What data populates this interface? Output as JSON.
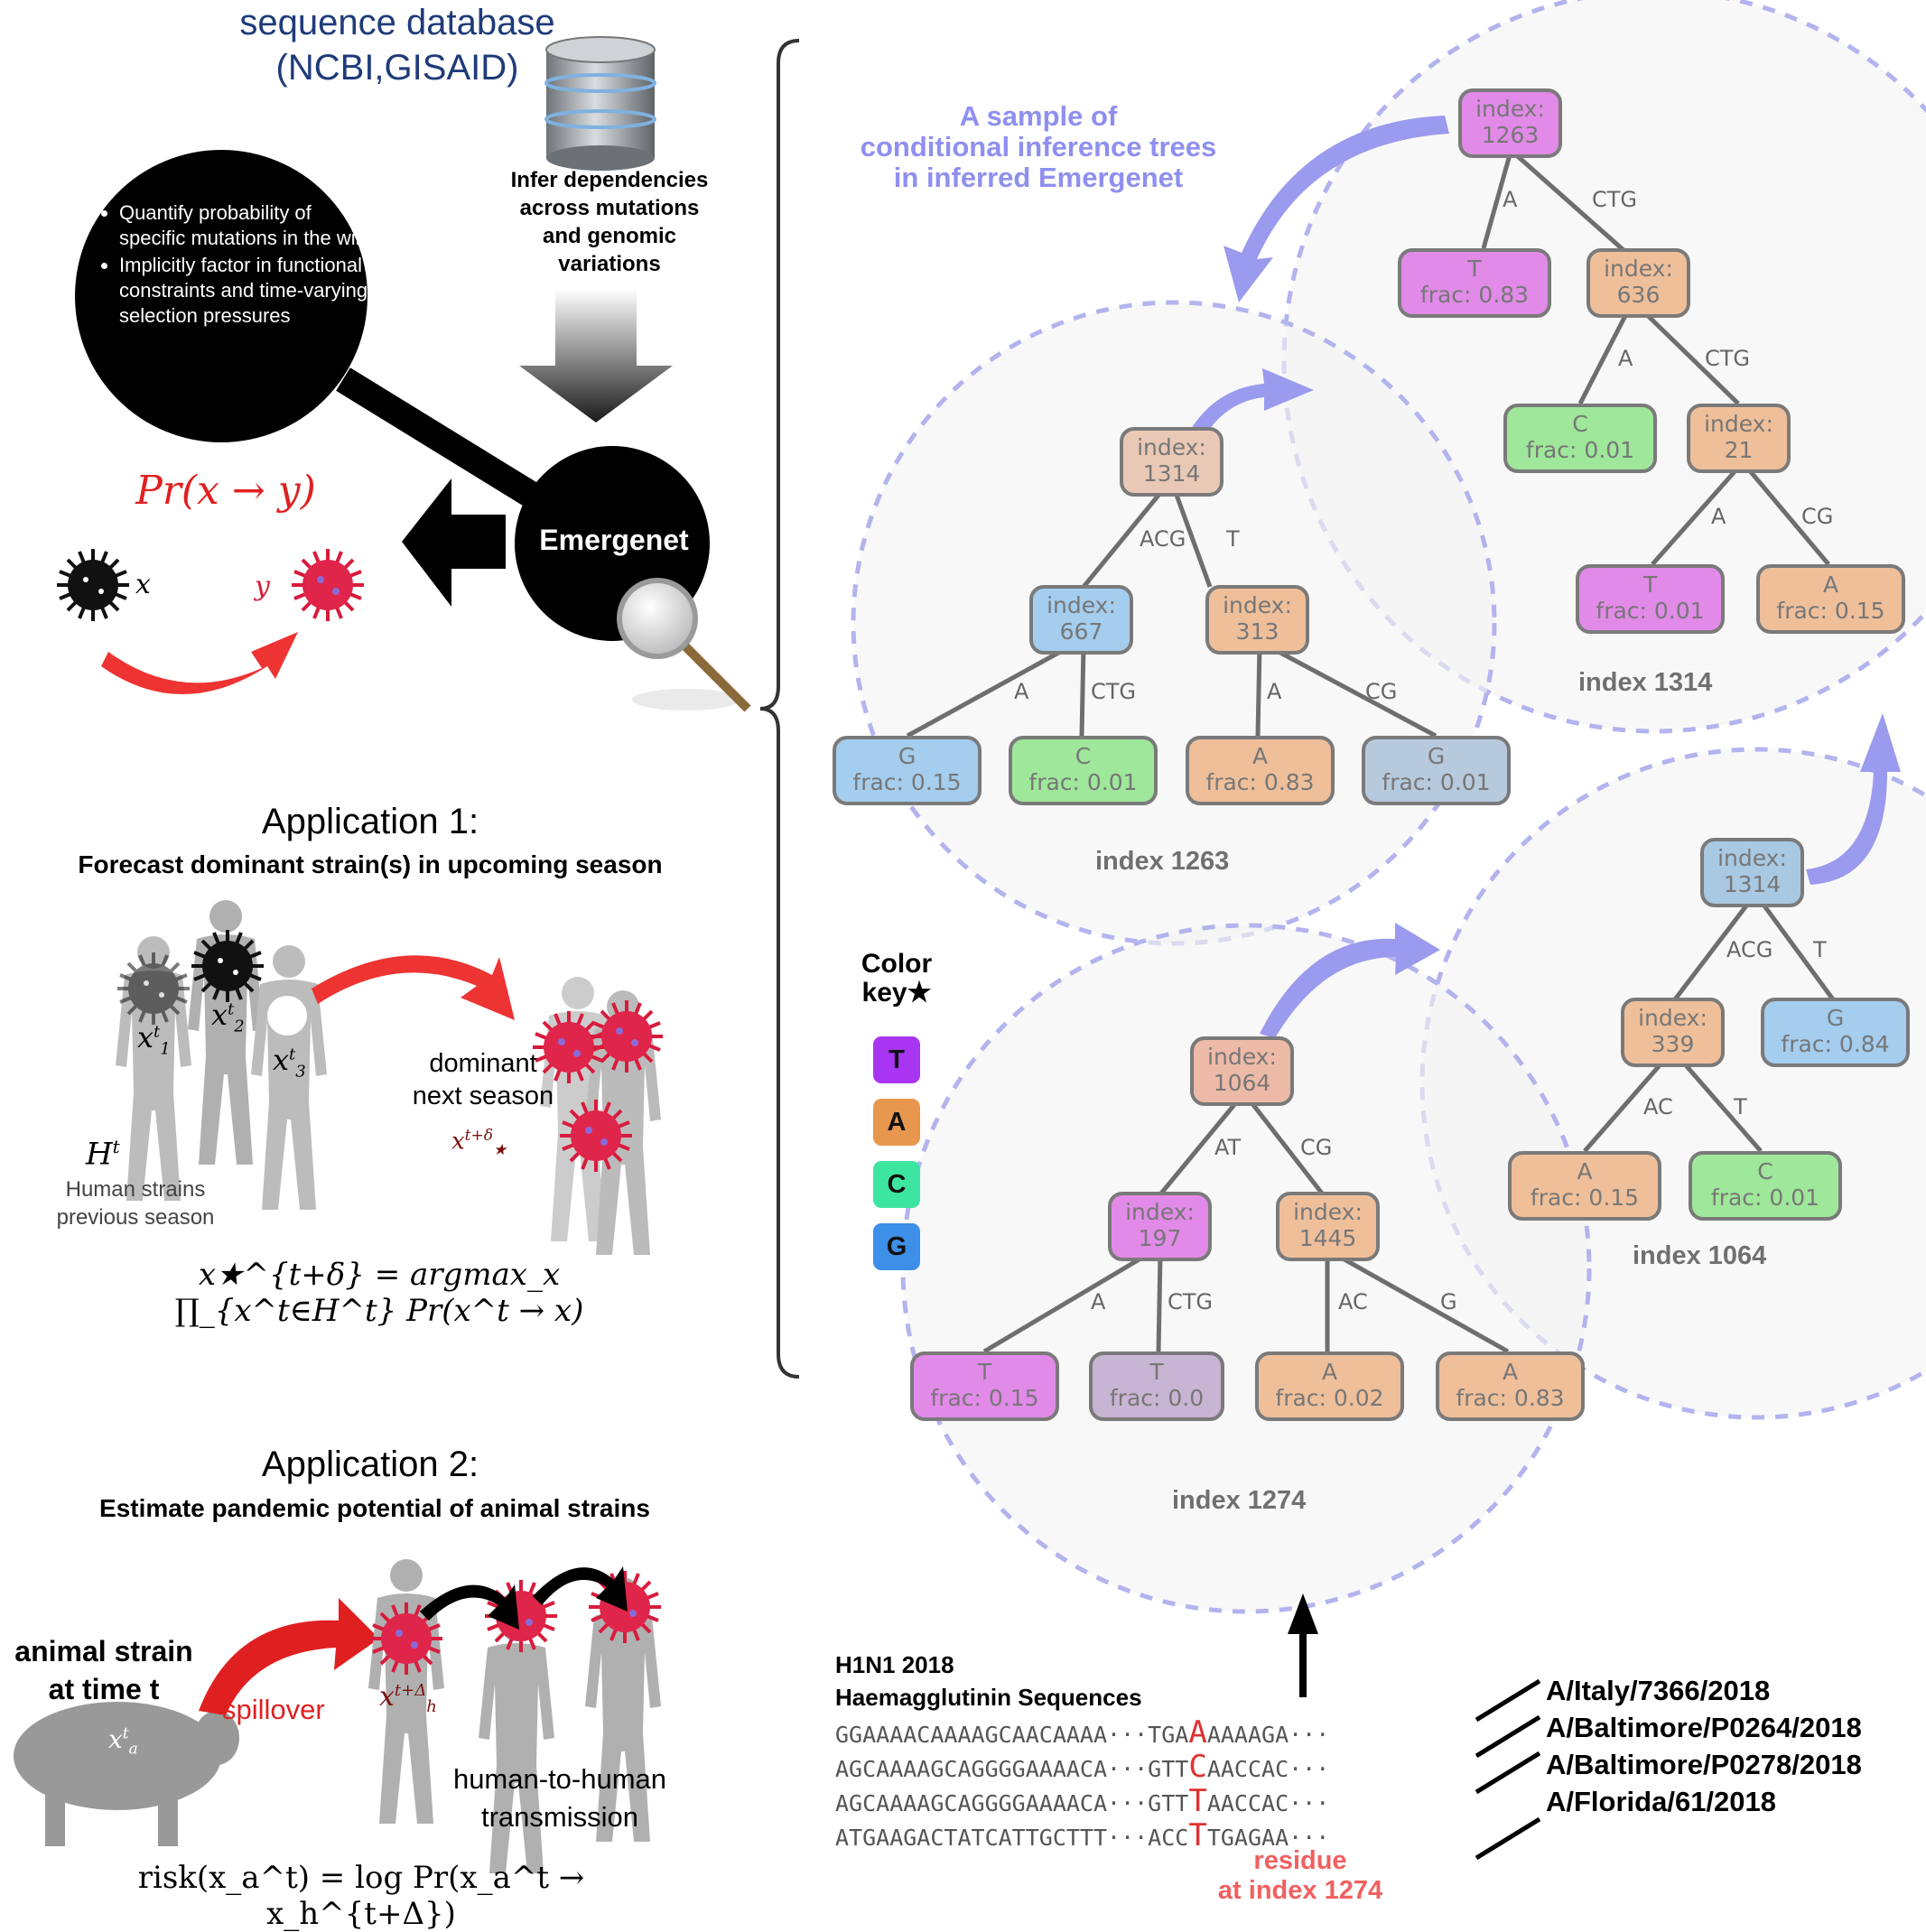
{
  "left": {
    "db_title_line1": "sequence database",
    "db_title_line2": "(NCBI,GISAID)",
    "bullets": [
      "Quantify probability of specific mutations in the wild",
      "Implicitly factor in functional constraints and time-varying selection pressures"
    ],
    "infer_text": [
      "Infer dependencies",
      "across mutations",
      "and genomic",
      "variations"
    ],
    "emergenet": "Emergenet",
    "pr_label": "Pr(x → y)",
    "x_label": "x",
    "y_label": "y"
  },
  "app1": {
    "title": "Application 1:",
    "subtitle": "Forecast dominant strain(s) in upcoming season",
    "x1": "x",
    "x2": "x",
    "x3": "x",
    "dominant": [
      "dominant",
      "next season"
    ],
    "ht": "H",
    "human_strains": [
      "Human strains",
      "previous season"
    ],
    "formula": "x★^{t+δ} = argmax_x ∏_{x^t∈H^t} Pr(x^t → x)"
  },
  "app2": {
    "title": "Application 2:",
    "subtitle": "Estimate pandemic potential of animal strains",
    "animal": [
      "animal strain",
      "at time t"
    ],
    "spillover": "spillover",
    "transmission": [
      "human-to-human",
      "transmission"
    ],
    "formula": "risk(x_a^t) = log Pr(x_a^t → x_h^{t+Δ})"
  },
  "trees": {
    "heading": [
      "A sample of",
      "conditional inference trees",
      "in inferred Emergenet"
    ],
    "nodes": [
      {
        "id": "n1263",
        "l1": "index:",
        "l2": "1263",
        "color": "#e18ae8"
      },
      {
        "id": "n1263T",
        "l1": "T",
        "l2": "frac: 0.83",
        "color": "#e18ae8"
      },
      {
        "id": "n636",
        "l1": "index:",
        "l2": "636",
        "color": "#efbf9a"
      },
      {
        "id": "n636C",
        "l1": "C",
        "l2": "frac: 0.01",
        "color": "#9fe79a"
      },
      {
        "id": "n21",
        "l1": "index:",
        "l2": "21",
        "color": "#efbf9a"
      },
      {
        "id": "n21T",
        "l1": "T",
        "l2": "frac: 0.01",
        "color": "#e18ae8"
      },
      {
        "id": "n21A",
        "l1": "A",
        "l2": "frac: 0.15",
        "color": "#efbf9a"
      },
      {
        "id": "n1314a",
        "l1": "index:",
        "l2": "1314",
        "color": "#e9c9b6"
      },
      {
        "id": "n667",
        "l1": "index:",
        "l2": "667",
        "color": "#a4cdee"
      },
      {
        "id": "n313",
        "l1": "index:",
        "l2": "313",
        "color": "#efbf9a"
      },
      {
        "id": "n667G",
        "l1": "G",
        "l2": "frac: 0.15",
        "color": "#a4cdee"
      },
      {
        "id": "n667C",
        "l1": "C",
        "l2": "frac: 0.01",
        "color": "#9fe79a"
      },
      {
        "id": "n313A",
        "l1": "A",
        "l2": "frac: 0.83",
        "color": "#efbf9a"
      },
      {
        "id": "n313G",
        "l1": "G",
        "l2": "frac: 0.01",
        "color": "#b7c9dc"
      },
      {
        "id": "n1314b",
        "l1": "index:",
        "l2": "1314",
        "color": "#a9c9e3"
      },
      {
        "id": "n339",
        "l1": "index:",
        "l2": "339",
        "color": "#efbf9a"
      },
      {
        "id": "n1314G",
        "l1": "G",
        "l2": "frac: 0.84",
        "color": "#a4cdee"
      },
      {
        "id": "n339A",
        "l1": "A",
        "l2": "frac: 0.15",
        "color": "#efbf9a"
      },
      {
        "id": "n339C",
        "l1": "C",
        "l2": "frac: 0.01",
        "color": "#9fe79a"
      },
      {
        "id": "n1064",
        "l1": "index:",
        "l2": "1064",
        "color": "#edbaa8"
      },
      {
        "id": "n197",
        "l1": "index:",
        "l2": "197",
        "color": "#e18ae8"
      },
      {
        "id": "n1445",
        "l1": "index:",
        "l2": "1445",
        "color": "#efbf9a"
      },
      {
        "id": "n197T1",
        "l1": "T",
        "l2": "frac: 0.15",
        "color": "#e18ae8"
      },
      {
        "id": "n197T2",
        "l1": "T",
        "l2": "frac: 0.0",
        "color": "#c8b4d3"
      },
      {
        "id": "n1445A1",
        "l1": "A",
        "l2": "frac: 0.02",
        "color": "#efbf9a"
      },
      {
        "id": "n1445A2",
        "l1": "A",
        "l2": "frac: 0.83",
        "color": "#efbf9a"
      }
    ],
    "edge_labels": [
      "A",
      "CTG",
      "A",
      "CTG",
      "A",
      "CG",
      "ACG",
      "T",
      "A",
      "CTG",
      "A",
      "CG",
      "ACG",
      "T",
      "AC",
      "T",
      "AT",
      "CG",
      "A",
      "CTG",
      "AC",
      "G"
    ],
    "circle_labels": [
      "index 1314",
      "index 1263",
      "index 1064",
      "index 1274"
    ]
  },
  "color_key": {
    "title": [
      "Color",
      "key★"
    ],
    "items": [
      {
        "label": "T",
        "color": "#a835f2"
      },
      {
        "label": "A",
        "color": "#e8974f"
      },
      {
        "label": "C",
        "color": "#3de6a0"
      },
      {
        "label": "G",
        "color": "#3d8fe8"
      }
    ]
  },
  "sequences": {
    "title": [
      "H1N1 2018",
      "Haemagglutinin Sequences"
    ],
    "rows": [
      {
        "pre": "GGAAAACAAAAGCAACAAAA···TGA",
        "res": "A",
        "post": "AAAAGA···",
        "strain": "A/Italy/7366/2018"
      },
      {
        "pre": "AGCAAAAGCAGGGGAAAACA···GTT",
        "res": "C",
        "post": "AACCAC···",
        "strain": "A/Baltimore/P0264/2018"
      },
      {
        "pre": "AGCAAAAGCAGGGGAAAACA···GTT",
        "res": "T",
        "post": "AACCAC···",
        "strain": "A/Baltimore/P0278/2018"
      },
      {
        "pre": "ATGAAGACTATCATTGCTTT···ACC",
        "res": "T",
        "post": "TGAGAA···",
        "strain": "A/Florida/61/2018"
      }
    ],
    "residue_label": [
      "residue",
      "at index 1274"
    ]
  }
}
